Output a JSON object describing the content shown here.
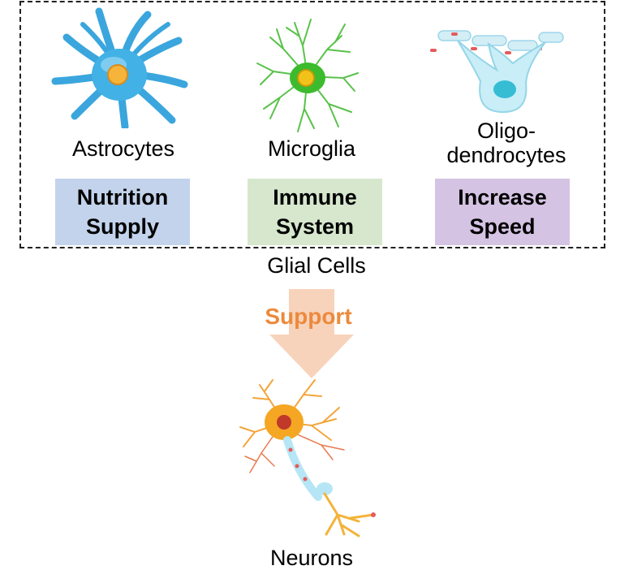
{
  "group": {
    "label": "Glial Cells",
    "cells": [
      {
        "name": "Astrocytes",
        "function": "Nutrition\nSupply",
        "icon": "astrocyte-icon",
        "box_color": "#c3d3ec"
      },
      {
        "name": "Microglia",
        "function": "Immune\nSystem",
        "icon": "microglia-icon",
        "box_color": "#d6e7cd"
      },
      {
        "name": "Oligo-\ndendrocytes",
        "function": "Increase\nSpeed",
        "icon": "oligodendrocyte-icon",
        "box_color": "#d5c3e3"
      }
    ]
  },
  "arrow": {
    "label": "Support",
    "label_color": "#ec8a3c",
    "arrow_color": "#f8d3bb"
  },
  "target": {
    "label": "Neurons",
    "icon": "neuron-icon"
  }
}
